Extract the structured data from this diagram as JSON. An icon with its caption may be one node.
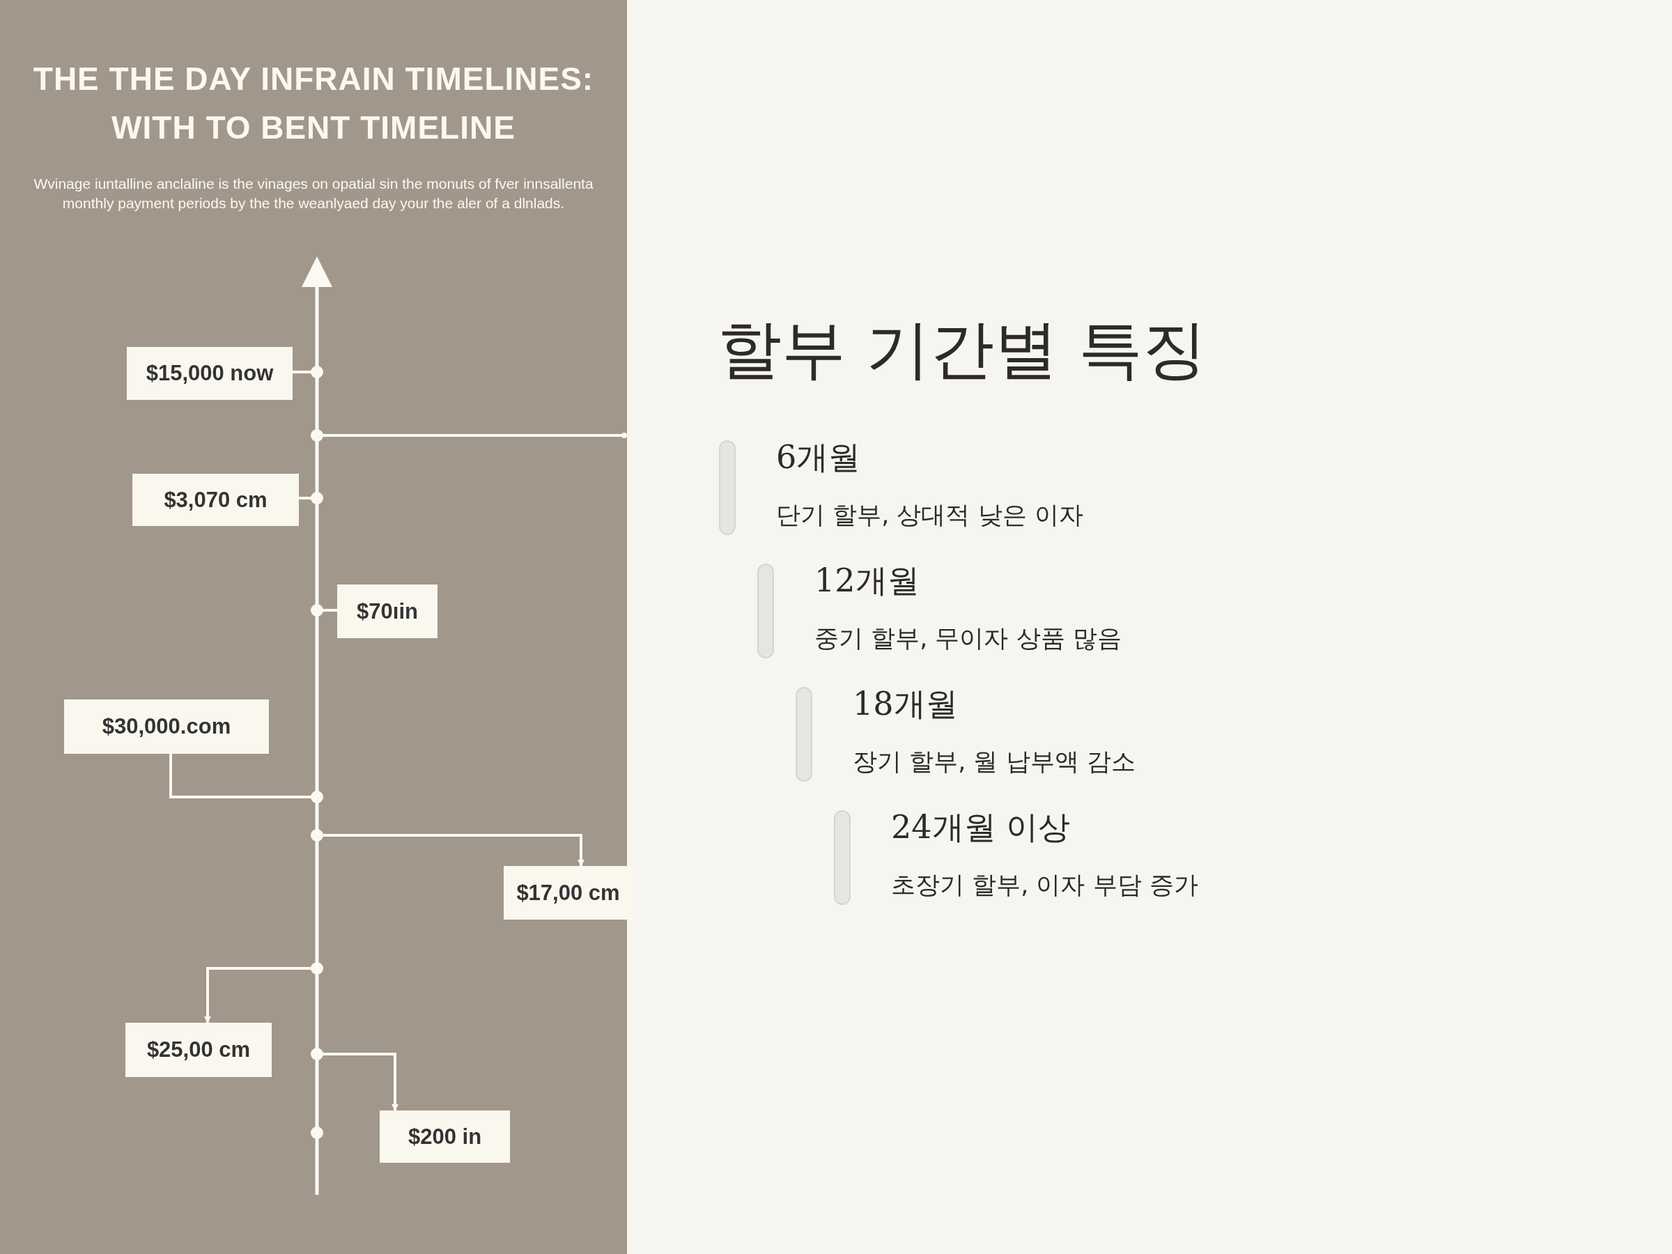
{
  "diagram": {
    "title": "할부 기간별 특징",
    "nodes": [
      {
        "text": [
          "$15,000 now"
        ]
      },
      {
        "text": [
          "$3,070 cm"
        ]
      },
      {
        "text": [
          "$70ıin"
        ]
      },
      {
        "text": [
          "$30,000.com"
        ]
      },
      {
        "text": [
          "$17,00 cm"
        ]
      },
      {
        "text": [
          "$25,00 cm"
        ]
      },
      {
        "text": [
          "$200 in"
        ]
      },
      {
        "text": [
          "6개월",
          "단기 할부, 상대적 낮은 이자"
        ]
      },
      {
        "text": [
          "12개월",
          "중기 할부, 무이자 상품 많음"
        ]
      },
      {
        "text": [
          "18개월",
          "장기 할부, 월 납부액 감소"
        ]
      },
      {
        "text": [
          "24개월 이상",
          "초장기 할부, 이자 부담 증가"
        ]
      }
    ],
    "edges": [
      {
        "from": null,
        "to": 0,
        "arrow": "other"
      },
      {
        "from": null,
        "to": 1,
        "arrow": "other"
      },
      {
        "from": null,
        "to": 2,
        "arrow": "other"
      },
      {
        "from": null,
        "to": 3,
        "arrow": "other"
      },
      {
        "from": null,
        "to": 4,
        "arrow": "to"
      },
      {
        "from": null,
        "to": 5,
        "arrow": "to"
      },
      {
        "from": null,
        "to": 6,
        "arrow": "to"
      }
    ],
    "labels": [
      "THE THE DAY INFRAIN TIMELINES: WITH TO BENT TIMELINE",
      "Wvinage iuntalline anclaline is the vinages on opatial sin the monuts of fver innsallenta monthly payment periods by the the weanlyaed day your the aler of a dlnlads."
    ]
  }
}
